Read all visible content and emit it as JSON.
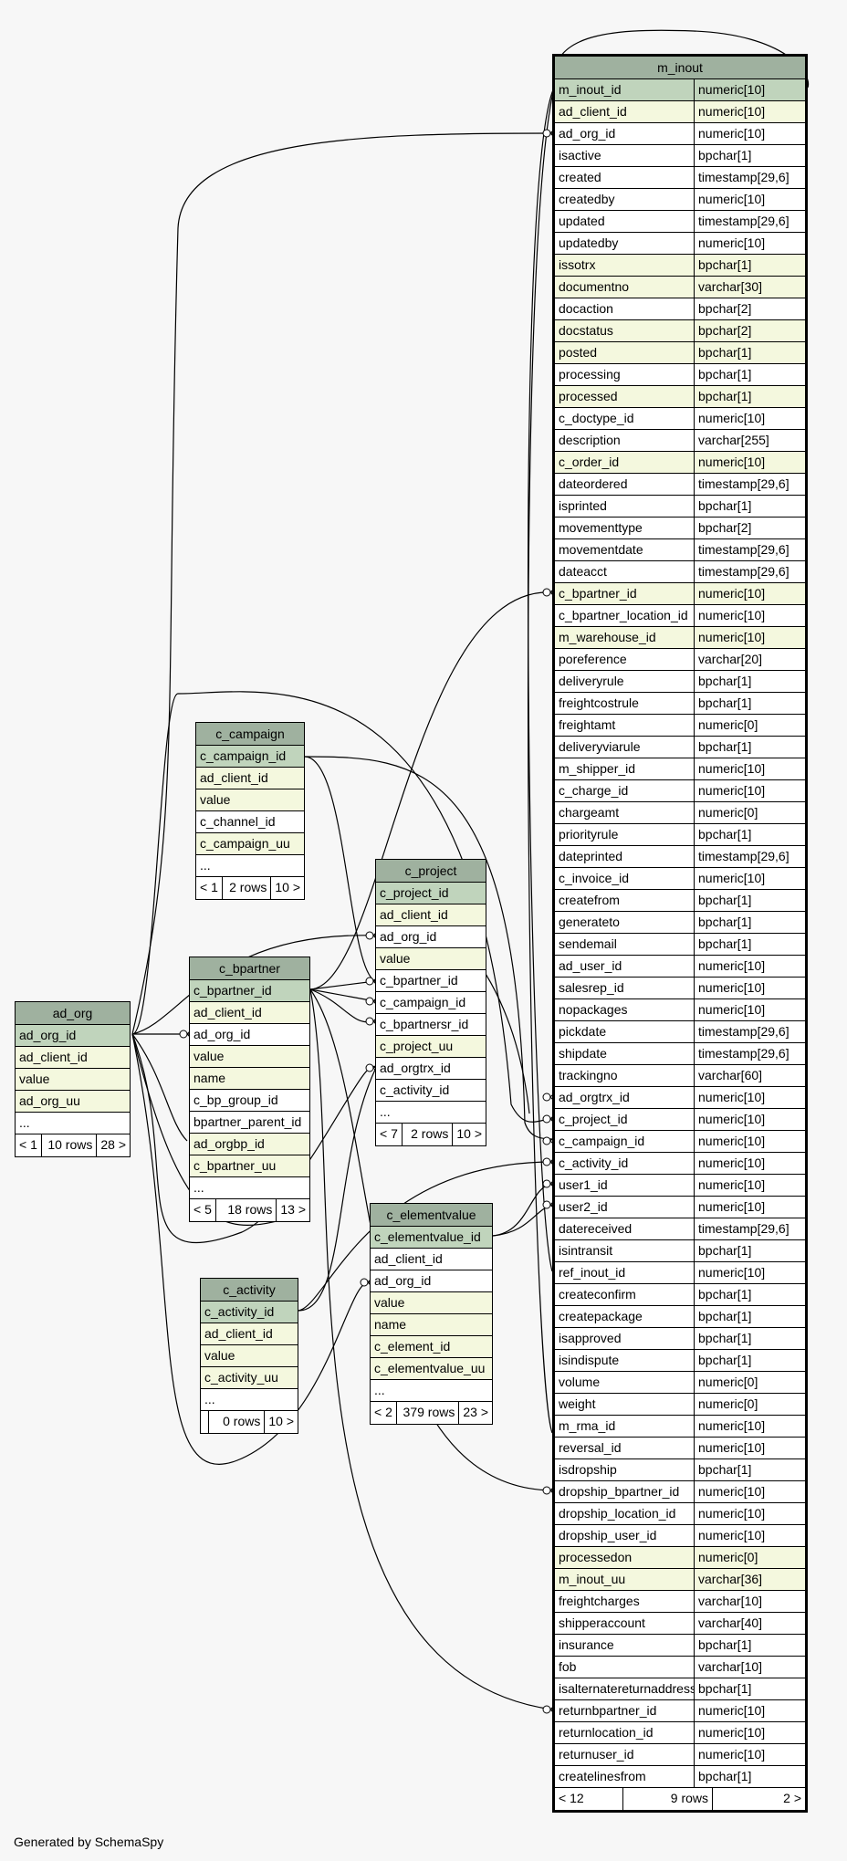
{
  "footer_text": "Generated by SchemaSpy",
  "colors": {
    "header": "#9fb19f",
    "primary_key": "#c0d4bc",
    "foreign_key": "#f4f8de",
    "plain": "#ffffff"
  },
  "tables": {
    "m_inout": {
      "name": "m_inout",
      "footer": [
        "< 12",
        "9 rows",
        "2 >"
      ],
      "columns": [
        {
          "name": "m_inout_id",
          "type": "numeric[10]",
          "k": "pk"
        },
        {
          "name": "ad_client_id",
          "type": "numeric[10]",
          "k": "fk"
        },
        {
          "name": "ad_org_id",
          "type": "numeric[10]",
          "k": "plain"
        },
        {
          "name": "isactive",
          "type": "bpchar[1]",
          "k": "plain"
        },
        {
          "name": "created",
          "type": "timestamp[29,6]",
          "k": "plain"
        },
        {
          "name": "createdby",
          "type": "numeric[10]",
          "k": "plain"
        },
        {
          "name": "updated",
          "type": "timestamp[29,6]",
          "k": "plain"
        },
        {
          "name": "updatedby",
          "type": "numeric[10]",
          "k": "plain"
        },
        {
          "name": "issotrx",
          "type": "bpchar[1]",
          "k": "fk"
        },
        {
          "name": "documentno",
          "type": "varchar[30]",
          "k": "fk"
        },
        {
          "name": "docaction",
          "type": "bpchar[2]",
          "k": "plain"
        },
        {
          "name": "docstatus",
          "type": "bpchar[2]",
          "k": "fk"
        },
        {
          "name": "posted",
          "type": "bpchar[1]",
          "k": "fk"
        },
        {
          "name": "processing",
          "type": "bpchar[1]",
          "k": "plain"
        },
        {
          "name": "processed",
          "type": "bpchar[1]",
          "k": "fk"
        },
        {
          "name": "c_doctype_id",
          "type": "numeric[10]",
          "k": "plain"
        },
        {
          "name": "description",
          "type": "varchar[255]",
          "k": "plain"
        },
        {
          "name": "c_order_id",
          "type": "numeric[10]",
          "k": "fk"
        },
        {
          "name": "dateordered",
          "type": "timestamp[29,6]",
          "k": "plain"
        },
        {
          "name": "isprinted",
          "type": "bpchar[1]",
          "k": "plain"
        },
        {
          "name": "movementtype",
          "type": "bpchar[2]",
          "k": "plain"
        },
        {
          "name": "movementdate",
          "type": "timestamp[29,6]",
          "k": "plain"
        },
        {
          "name": "dateacct",
          "type": "timestamp[29,6]",
          "k": "plain"
        },
        {
          "name": "c_bpartner_id",
          "type": "numeric[10]",
          "k": "fk"
        },
        {
          "name": "c_bpartner_location_id",
          "type": "numeric[10]",
          "k": "plain"
        },
        {
          "name": "m_warehouse_id",
          "type": "numeric[10]",
          "k": "fk"
        },
        {
          "name": "poreference",
          "type": "varchar[20]",
          "k": "plain"
        },
        {
          "name": "deliveryrule",
          "type": "bpchar[1]",
          "k": "plain"
        },
        {
          "name": "freightcostrule",
          "type": "bpchar[1]",
          "k": "plain"
        },
        {
          "name": "freightamt",
          "type": "numeric[0]",
          "k": "plain"
        },
        {
          "name": "deliveryviarule",
          "type": "bpchar[1]",
          "k": "plain"
        },
        {
          "name": "m_shipper_id",
          "type": "numeric[10]",
          "k": "plain"
        },
        {
          "name": "c_charge_id",
          "type": "numeric[10]",
          "k": "plain"
        },
        {
          "name": "chargeamt",
          "type": "numeric[0]",
          "k": "plain"
        },
        {
          "name": "priorityrule",
          "type": "bpchar[1]",
          "k": "plain"
        },
        {
          "name": "dateprinted",
          "type": "timestamp[29,6]",
          "k": "plain"
        },
        {
          "name": "c_invoice_id",
          "type": "numeric[10]",
          "k": "plain"
        },
        {
          "name": "createfrom",
          "type": "bpchar[1]",
          "k": "plain"
        },
        {
          "name": "generateto",
          "type": "bpchar[1]",
          "k": "plain"
        },
        {
          "name": "sendemail",
          "type": "bpchar[1]",
          "k": "plain"
        },
        {
          "name": "ad_user_id",
          "type": "numeric[10]",
          "k": "plain"
        },
        {
          "name": "salesrep_id",
          "type": "numeric[10]",
          "k": "plain"
        },
        {
          "name": "nopackages",
          "type": "numeric[10]",
          "k": "plain"
        },
        {
          "name": "pickdate",
          "type": "timestamp[29,6]",
          "k": "plain"
        },
        {
          "name": "shipdate",
          "type": "timestamp[29,6]",
          "k": "plain"
        },
        {
          "name": "trackingno",
          "type": "varchar[60]",
          "k": "plain"
        },
        {
          "name": "ad_orgtrx_id",
          "type": "numeric[10]",
          "k": "plain"
        },
        {
          "name": "c_project_id",
          "type": "numeric[10]",
          "k": "plain"
        },
        {
          "name": "c_campaign_id",
          "type": "numeric[10]",
          "k": "plain"
        },
        {
          "name": "c_activity_id",
          "type": "numeric[10]",
          "k": "plain"
        },
        {
          "name": "user1_id",
          "type": "numeric[10]",
          "k": "plain"
        },
        {
          "name": "user2_id",
          "type": "numeric[10]",
          "k": "plain"
        },
        {
          "name": "datereceived",
          "type": "timestamp[29,6]",
          "k": "plain"
        },
        {
          "name": "isintransit",
          "type": "bpchar[1]",
          "k": "plain"
        },
        {
          "name": "ref_inout_id",
          "type": "numeric[10]",
          "k": "plain"
        },
        {
          "name": "createconfirm",
          "type": "bpchar[1]",
          "k": "plain"
        },
        {
          "name": "createpackage",
          "type": "bpchar[1]",
          "k": "plain"
        },
        {
          "name": "isapproved",
          "type": "bpchar[1]",
          "k": "plain"
        },
        {
          "name": "isindispute",
          "type": "bpchar[1]",
          "k": "plain"
        },
        {
          "name": "volume",
          "type": "numeric[0]",
          "k": "plain"
        },
        {
          "name": "weight",
          "type": "numeric[0]",
          "k": "plain"
        },
        {
          "name": "m_rma_id",
          "type": "numeric[10]",
          "k": "plain"
        },
        {
          "name": "reversal_id",
          "type": "numeric[10]",
          "k": "plain"
        },
        {
          "name": "isdropship",
          "type": "bpchar[1]",
          "k": "plain"
        },
        {
          "name": "dropship_bpartner_id",
          "type": "numeric[10]",
          "k": "plain"
        },
        {
          "name": "dropship_location_id",
          "type": "numeric[10]",
          "k": "plain"
        },
        {
          "name": "dropship_user_id",
          "type": "numeric[10]",
          "k": "plain"
        },
        {
          "name": "processedon",
          "type": "numeric[0]",
          "k": "fk"
        },
        {
          "name": "m_inout_uu",
          "type": "varchar[36]",
          "k": "fk"
        },
        {
          "name": "freightcharges",
          "type": "varchar[10]",
          "k": "plain"
        },
        {
          "name": "shipperaccount",
          "type": "varchar[40]",
          "k": "plain"
        },
        {
          "name": "insurance",
          "type": "bpchar[1]",
          "k": "plain"
        },
        {
          "name": "fob",
          "type": "varchar[10]",
          "k": "plain"
        },
        {
          "name": "isalternatereturnaddress",
          "type": "bpchar[1]",
          "k": "plain"
        },
        {
          "name": "returnbpartner_id",
          "type": "numeric[10]",
          "k": "plain"
        },
        {
          "name": "returnlocation_id",
          "type": "numeric[10]",
          "k": "plain"
        },
        {
          "name": "returnuser_id",
          "type": "numeric[10]",
          "k": "plain"
        },
        {
          "name": "createlinesfrom",
          "type": "bpchar[1]",
          "k": "plain"
        }
      ]
    },
    "c_campaign": {
      "name": "c_campaign",
      "footer": [
        "< 1",
        "2 rows",
        "10 >"
      ],
      "columns": [
        {
          "name": "c_campaign_id",
          "k": "pk"
        },
        {
          "name": "ad_client_id",
          "k": "fk"
        },
        {
          "name": "value",
          "k": "fk"
        },
        {
          "name": "c_channel_id",
          "k": "plain"
        },
        {
          "name": "c_campaign_uu",
          "k": "fk"
        },
        {
          "name": "...",
          "k": "plain"
        }
      ]
    },
    "c_project": {
      "name": "c_project",
      "footer": [
        "< 7",
        "2 rows",
        "10 >"
      ],
      "columns": [
        {
          "name": "c_project_id",
          "k": "pk"
        },
        {
          "name": "ad_client_id",
          "k": "fk"
        },
        {
          "name": "ad_org_id",
          "k": "plain"
        },
        {
          "name": "value",
          "k": "fk"
        },
        {
          "name": "c_bpartner_id",
          "k": "plain"
        },
        {
          "name": "c_campaign_id",
          "k": "plain"
        },
        {
          "name": "c_bpartnersr_id",
          "k": "plain"
        },
        {
          "name": "c_project_uu",
          "k": "fk"
        },
        {
          "name": "ad_orgtrx_id",
          "k": "plain"
        },
        {
          "name": "c_activity_id",
          "k": "plain"
        },
        {
          "name": "...",
          "k": "plain"
        }
      ]
    },
    "c_bpartner": {
      "name": "c_bpartner",
      "footer": [
        "< 5",
        "18 rows",
        "13 >"
      ],
      "columns": [
        {
          "name": "c_bpartner_id",
          "k": "pk"
        },
        {
          "name": "ad_client_id",
          "k": "fk"
        },
        {
          "name": "ad_org_id",
          "k": "plain"
        },
        {
          "name": "value",
          "k": "fk"
        },
        {
          "name": "name",
          "k": "fk"
        },
        {
          "name": "c_bp_group_id",
          "k": "plain"
        },
        {
          "name": "bpartner_parent_id",
          "k": "plain"
        },
        {
          "name": "ad_orgbp_id",
          "k": "fk"
        },
        {
          "name": "c_bpartner_uu",
          "k": "fk"
        },
        {
          "name": "...",
          "k": "plain"
        }
      ]
    },
    "ad_org": {
      "name": "ad_org",
      "footer": [
        "< 1",
        "10 rows",
        "28 >"
      ],
      "columns": [
        {
          "name": "ad_org_id",
          "k": "pk"
        },
        {
          "name": "ad_client_id",
          "k": "fk"
        },
        {
          "name": "value",
          "k": "fk"
        },
        {
          "name": "ad_org_uu",
          "k": "fk"
        },
        {
          "name": "...",
          "k": "plain"
        }
      ]
    },
    "c_elementvalue": {
      "name": "c_elementvalue",
      "footer": [
        "< 2",
        "379 rows",
        "23 >"
      ],
      "columns": [
        {
          "name": "c_elementvalue_id",
          "k": "pk"
        },
        {
          "name": "ad_client_id",
          "k": "plain"
        },
        {
          "name": "ad_org_id",
          "k": "plain"
        },
        {
          "name": "value",
          "k": "fk"
        },
        {
          "name": "name",
          "k": "fk"
        },
        {
          "name": "c_element_id",
          "k": "fk"
        },
        {
          "name": "c_elementvalue_uu",
          "k": "fk"
        },
        {
          "name": "...",
          "k": "plain"
        }
      ]
    },
    "c_activity": {
      "name": "c_activity",
      "footer": [
        "",
        "0 rows",
        "10 >"
      ],
      "columns": [
        {
          "name": "c_activity_id",
          "k": "pk"
        },
        {
          "name": "ad_client_id",
          "k": "fk"
        },
        {
          "name": "value",
          "k": "fk"
        },
        {
          "name": "c_activity_uu",
          "k": "fk"
        },
        {
          "name": "...",
          "k": "plain"
        }
      ]
    }
  }
}
